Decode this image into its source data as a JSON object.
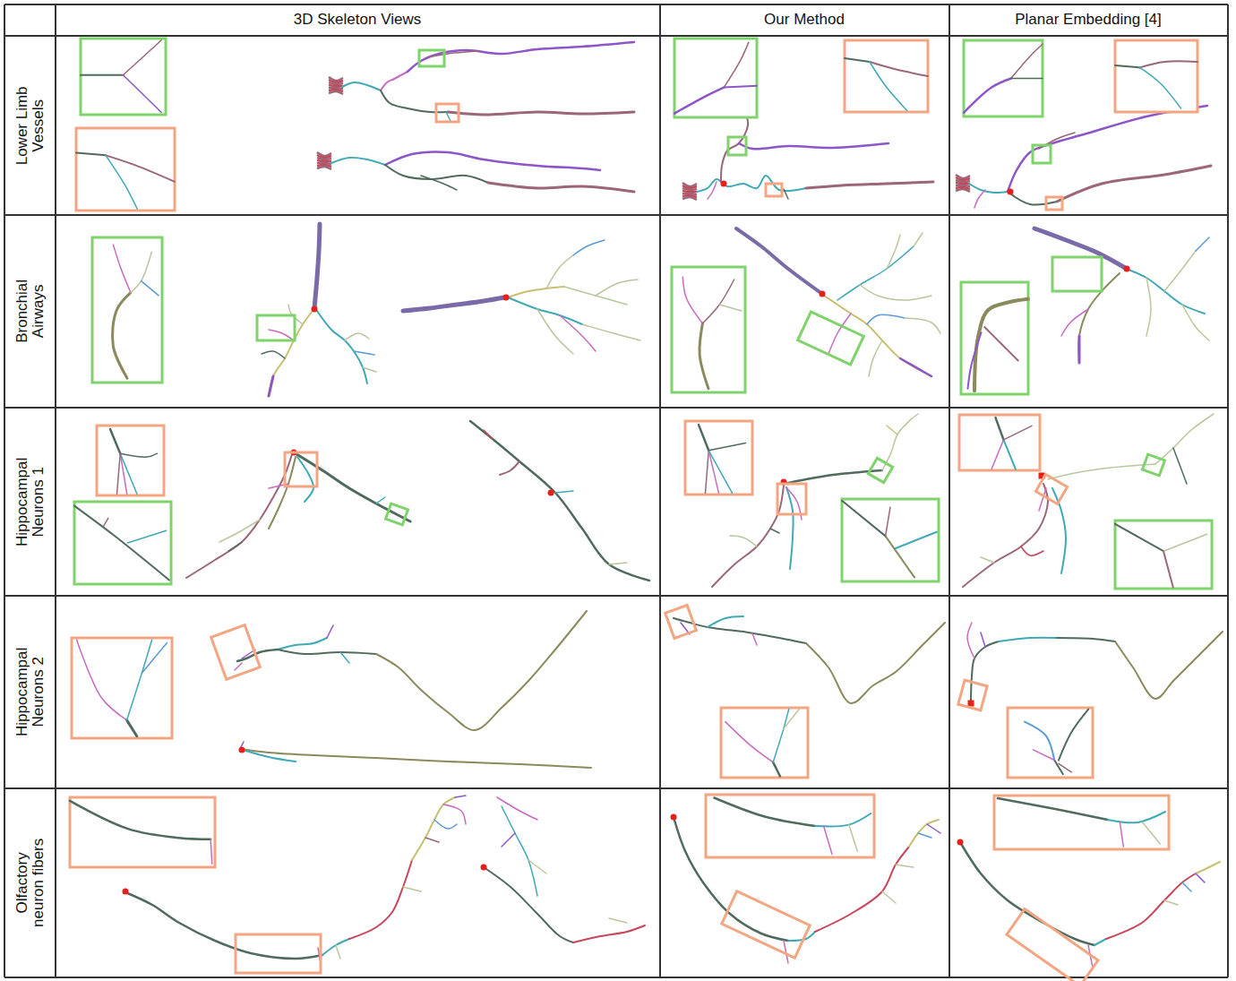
{
  "diagram": {
    "labels": [
      "3D Skeleton Views",
      "Our Method",
      "Planar Embedding [4]",
      "Lower Limb Vessels",
      "Bronchial Airways",
      "Hippocampal Neurons 1",
      "Hippocampal Neurons 2",
      "Olfactory neuron fibers"
    ]
  }
}
